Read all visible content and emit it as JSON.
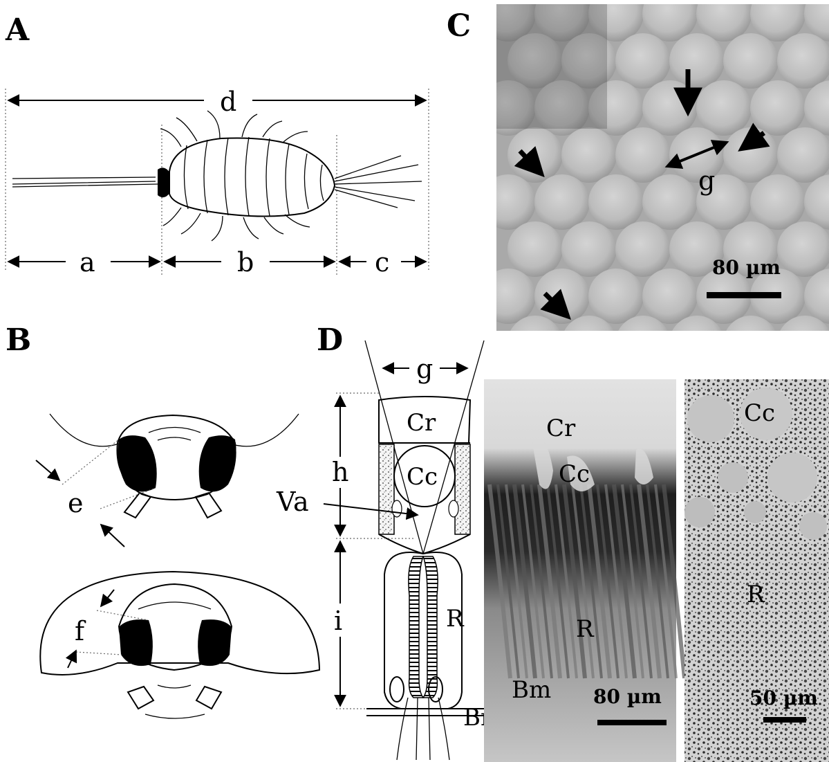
{
  "panels": {
    "a": "A",
    "b": "B",
    "c": "C",
    "d": "D"
  },
  "panel_a": {
    "labels": {
      "a": "a",
      "b": "b",
      "c": "c",
      "d": "d"
    }
  },
  "panel_b": {
    "labels": {
      "e": "e",
      "f": "f"
    }
  },
  "panel_c": {
    "label_g": "g",
    "scale_bar": "80 µm"
  },
  "panel_d": {
    "labels": {
      "g": "g",
      "h": "h",
      "i": "i",
      "cr": "Cr",
      "cc": "Cc",
      "va": "Va",
      "r": "R",
      "bm": "Bm"
    },
    "micrograph_1": {
      "cr": "Cr",
      "cc": "Cc",
      "r": "R",
      "bm": "Bm",
      "scale_bar": "80 µm"
    },
    "micrograph_2": {
      "cc": "Cc",
      "r": "R",
      "scale_bar": "50 µm"
    }
  }
}
